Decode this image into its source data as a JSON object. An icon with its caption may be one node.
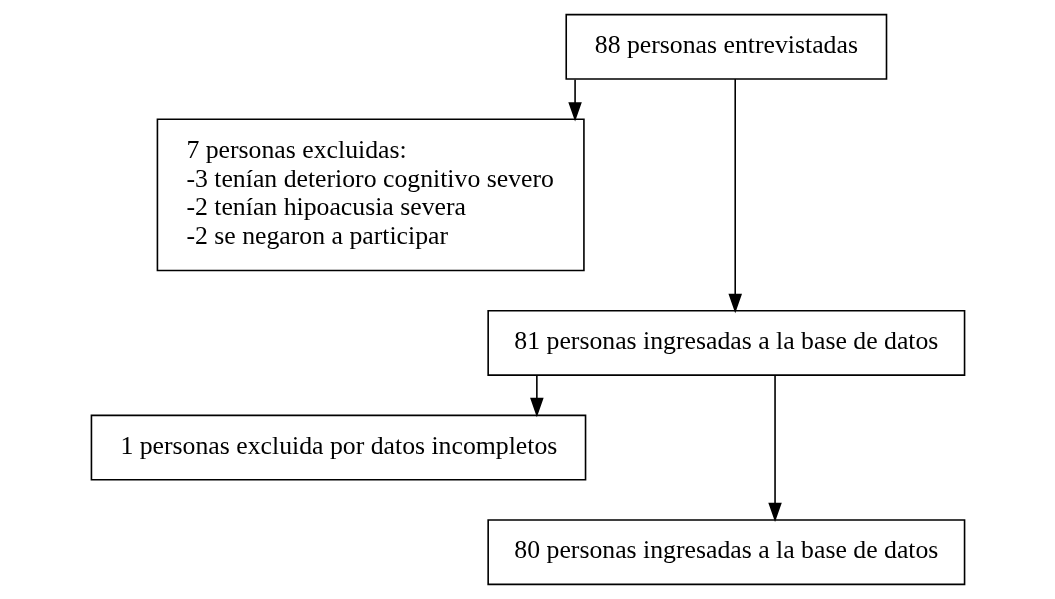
{
  "diagram": {
    "nodes": [
      {
        "text": [
          "88 personas entrevistadas"
        ]
      },
      {
        "text": [
          "7 personas excluidas:",
          "-3 tenían deterioro cognitivo severo",
          "-2 tenían hipoacusia severa",
          "-2 se negaron a participar"
        ]
      },
      {
        "text": [
          "81 personas ingresadas a la base de datos"
        ]
      },
      {
        "text": [
          "1 personas excluida por datos incompletos"
        ]
      },
      {
        "text": [
          "80 personas ingresadas a la base de datos"
        ]
      }
    ],
    "edges": [
      {
        "from": 0,
        "to": 2,
        "arrow": "to"
      },
      {
        "from": 0,
        "to": 1,
        "arrow": "to"
      },
      {
        "from": 2,
        "to": 4,
        "arrow": "to"
      },
      {
        "from": 2,
        "to": 3,
        "arrow": "to"
      }
    ]
  }
}
